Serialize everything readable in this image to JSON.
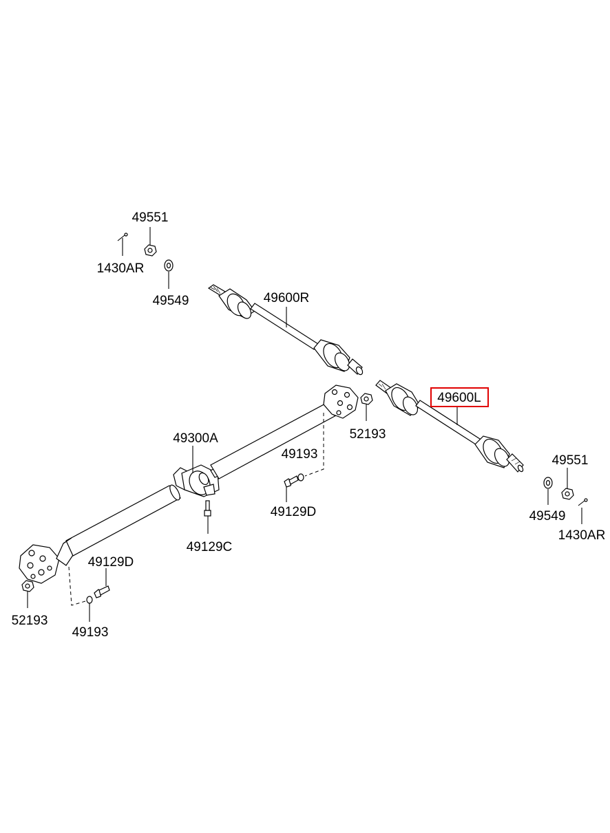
{
  "labels": {
    "p49551_top": "49551",
    "p1430AR_top": "1430AR",
    "p49549_top": "49549",
    "p49600R": "49600R",
    "p49600L": "49600L",
    "p52193_mid": "52193",
    "p49300A": "49300A",
    "p49193_mid": "49193",
    "p49129D_mid": "49129D",
    "p49129C": "49129C",
    "p49129D_low": "49129D",
    "p52193_low": "52193",
    "p49193_low": "49193",
    "p49551_right": "49551",
    "p49549_right": "49549",
    "p1430AR_right": "1430AR"
  },
  "highlight": {
    "part": "49600L",
    "color": "#e00000"
  }
}
